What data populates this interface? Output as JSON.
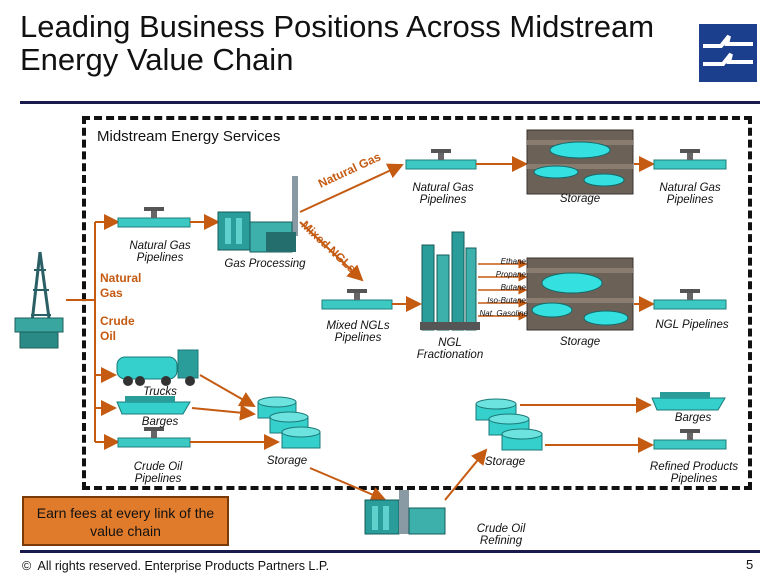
{
  "title": "Leading Business Positions Across Midstream Energy Value Chain",
  "section_title": "Midstream Energy Services",
  "footer": "All rights reserved. Enterprise Products Partners L.P.",
  "page_number": "5",
  "callout": "Earn fees at every link of the value chain",
  "labels": {
    "ng_pipelines_in": "Natural Gas Pipelines",
    "gas_processing": "Gas Processing",
    "natural_gas_arrow": "Natural Gas",
    "mixed_ngls_arrow": "Mixed NGLs",
    "ng_pipelines_mid": "Natural Gas Pipelines",
    "storage_gas": "Storage",
    "ng_pipelines_out": "Natural Gas Pipelines",
    "natural_gas_source": "Natural Gas",
    "crude_oil_source": "Crude Oil",
    "mixed_ngls_pipelines": "Mixed NGLs Pipelines",
    "ngl_fractionation": "NGL Fractionation",
    "storage_ngl": "Storage",
    "ngl_pipelines": "NGL Pipelines",
    "trucks": "Trucks",
    "barges_in": "Barges",
    "crude_oil_pipelines": "Crude Oil Pipelines",
    "storage_crude": "Storage",
    "crude_oil_refining": "Crude Oil Refining",
    "storage_refined": "Storage",
    "barges_out": "Barges",
    "refined_products_pipelines": "Refined Products Pipelines"
  },
  "ngl_products": [
    "Ethane",
    "Propane",
    "Butane",
    "Iso-Butane",
    "Nat. Gasoline"
  ],
  "colors": {
    "accent": "#c55a11",
    "equipment": "#2a9d9a",
    "navy": "#1a1a4d",
    "callout": "#e07b2b"
  }
}
